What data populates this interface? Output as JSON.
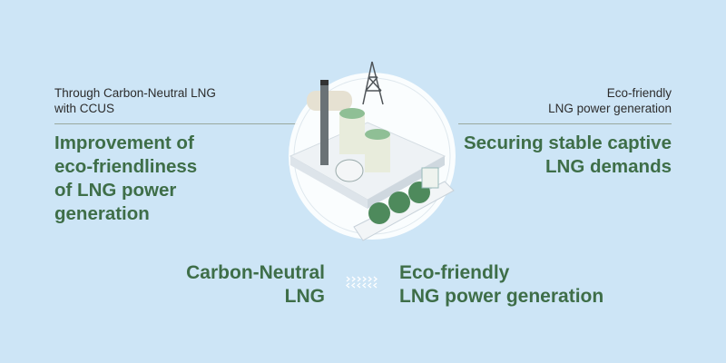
{
  "left": {
    "subtitle_line1": "Through Carbon-Neutral LNG",
    "subtitle_line2": "with CCUS",
    "title_line1": "Improvement of",
    "title_line2": "eco-friendliness",
    "title_line3": "of LNG power",
    "title_line4": "generation"
  },
  "right": {
    "subtitle_line1": "Eco-friendly",
    "subtitle_line2": "LNG power generation",
    "title_line1": "Securing stable captive",
    "title_line2": "LNG demands"
  },
  "bottom": {
    "left_line1": "Carbon-Neutral",
    "left_line2": "LNG",
    "right_line1": "Eco-friendly",
    "right_line2": "LNG power generation"
  },
  "colors": {
    "background": "#cde5f6",
    "accent": "#3e6e48"
  }
}
